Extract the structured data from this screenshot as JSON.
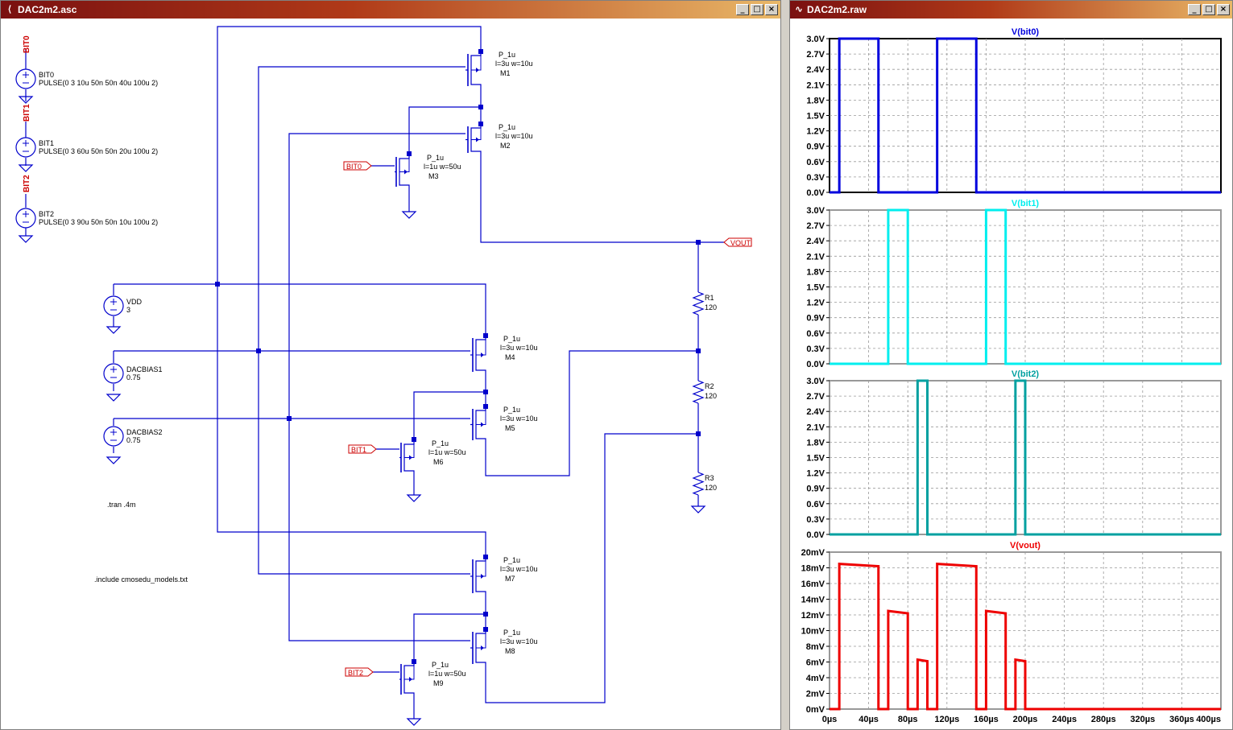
{
  "schematic_window": {
    "title": "DAC2m2.asc"
  },
  "waveform_window": {
    "title": "DAC2m2.raw"
  },
  "window_buttons": {
    "minimize": "_",
    "maximize": "□",
    "close": "×"
  },
  "colors": {
    "wire": "#0000cc",
    "label": "#cc0000",
    "bit0": "#0000dd",
    "bit1": "#00eeee",
    "bit2": "#00a0a0",
    "vout": "#ee0000"
  },
  "sources": [
    {
      "net": "BIT0",
      "name": "BIT0",
      "value": "PULSE(0 3 10u 50n 50n 40u 100u 2)"
    },
    {
      "net": "BIT1",
      "name": "BIT1",
      "value": "PULSE(0 3 60u 50n 50n 20u 100u 2)"
    },
    {
      "net": "BIT2",
      "name": "BIT2",
      "value": "PULSE(0 3 90u 50n 50n 10u 100u 2)"
    },
    {
      "name": "VDD",
      "value": "3"
    },
    {
      "name": "DACBIAS1",
      "value": "0.75"
    },
    {
      "name": "DACBIAS2",
      "value": "0.75"
    }
  ],
  "transistors": [
    {
      "model": "P_1u",
      "size": "l=3u w=10u",
      "name": "M1"
    },
    {
      "model": "P_1u",
      "size": "l=3u w=10u",
      "name": "M2"
    },
    {
      "model": "P_1u",
      "size": "l=1u w=50u",
      "name": "M3"
    },
    {
      "model": "P_1u",
      "size": "l=3u w=10u",
      "name": "M4"
    },
    {
      "model": "P_1u",
      "size": "l=3u w=10u",
      "name": "M5"
    },
    {
      "model": "P_1u",
      "size": "l=1u w=50u",
      "name": "M6"
    },
    {
      "model": "P_1u",
      "size": "l=3u w=10u",
      "name": "M7"
    },
    {
      "model": "P_1u",
      "size": "l=3u w=10u",
      "name": "M8"
    },
    {
      "model": "P_1u",
      "size": "l=1u w=50u",
      "name": "M9"
    }
  ],
  "gate_labels": [
    "BIT0",
    "BIT1",
    "BIT2"
  ],
  "resistors": [
    {
      "name": "R1",
      "value": "120"
    },
    {
      "name": "R2",
      "value": "120"
    },
    {
      "name": "R3",
      "value": "120"
    }
  ],
  "vout_label": "VOUT",
  "directives": {
    "tran": ".tran .4m",
    "include": ".include cmosedu_models.txt"
  },
  "chart_data": [
    {
      "type": "line",
      "title": "V(bit0)",
      "color": "#0000dd",
      "x_ticks": [],
      "xlim": [
        0,
        400
      ],
      "ylim": [
        0,
        3
      ],
      "y_ticks": [
        "0.0V",
        "0.3V",
        "0.6V",
        "0.9V",
        "1.2V",
        "1.5V",
        "1.8V",
        "2.1V",
        "2.4V",
        "2.7V",
        "3.0V"
      ],
      "x": [
        0,
        10,
        10,
        50,
        50,
        110,
        110,
        150,
        150,
        400
      ],
      "y": [
        0,
        0,
        3,
        3,
        0,
        0,
        3,
        3,
        0,
        0
      ]
    },
    {
      "type": "line",
      "title": "V(bit1)",
      "color": "#00eeee",
      "x_ticks": [],
      "xlim": [
        0,
        400
      ],
      "ylim": [
        0,
        3
      ],
      "y_ticks": [
        "0.0V",
        "0.3V",
        "0.6V",
        "0.9V",
        "1.2V",
        "1.5V",
        "1.8V",
        "2.1V",
        "2.4V",
        "2.7V",
        "3.0V"
      ],
      "x": [
        0,
        60,
        60,
        80,
        80,
        160,
        160,
        180,
        180,
        400
      ],
      "y": [
        0,
        0,
        3,
        3,
        0,
        0,
        3,
        3,
        0,
        0
      ]
    },
    {
      "type": "line",
      "title": "V(bit2)",
      "color": "#00a0a0",
      "x_ticks": [],
      "xlim": [
        0,
        400
      ],
      "ylim": [
        0,
        3
      ],
      "y_ticks": [
        "0.0V",
        "0.3V",
        "0.6V",
        "0.9V",
        "1.2V",
        "1.5V",
        "1.8V",
        "2.1V",
        "2.4V",
        "2.7V",
        "3.0V"
      ],
      "x": [
        0,
        90,
        90,
        100,
        100,
        190,
        190,
        200,
        200,
        400
      ],
      "y": [
        0,
        0,
        3,
        3,
        0,
        0,
        3,
        3,
        0,
        0
      ]
    },
    {
      "type": "line",
      "title": "V(vout)",
      "color": "#ee0000",
      "x_ticks": [
        "0µs",
        "40µs",
        "80µs",
        "120µs",
        "160µs",
        "200µs",
        "240µs",
        "280µs",
        "320µs",
        "360µs",
        "400µs"
      ],
      "xlim": [
        0,
        400
      ],
      "ylim": [
        0,
        20
      ],
      "y_ticks": [
        "0mV",
        "2mV",
        "4mV",
        "6mV",
        "8mV",
        "10mV",
        "12mV",
        "14mV",
        "16mV",
        "18mV",
        "20mV"
      ],
      "x": [
        0,
        10,
        10,
        50,
        50,
        60,
        60,
        80,
        80,
        90,
        90,
        100,
        100,
        110,
        110,
        150,
        150,
        160,
        160,
        180,
        180,
        190,
        190,
        200,
        200,
        400
      ],
      "y": [
        0,
        0,
        18.5,
        18.2,
        0,
        0,
        12.5,
        12.2,
        0,
        0,
        6.3,
        6.1,
        0,
        0,
        18.5,
        18.2,
        0,
        0,
        12.5,
        12.2,
        0,
        0,
        6.3,
        6.1,
        0,
        0
      ]
    }
  ]
}
